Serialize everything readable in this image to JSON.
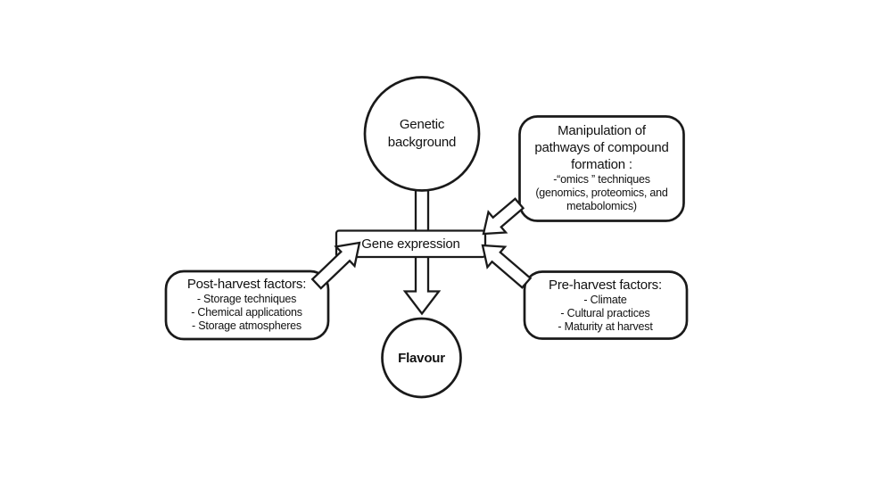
{
  "colors": {
    "background": "#ffffff",
    "stroke": "#1a1a1a",
    "text": "#111111",
    "shape_fill": "#ffffff"
  },
  "nodes": {
    "genetic_background": {
      "lines": [
        "Genetic",
        "background"
      ]
    },
    "gene_expression": {
      "label": "Gene expression"
    },
    "flavour": {
      "label": "Flavour"
    },
    "manipulation": {
      "title_lines": [
        "Manipulation of",
        "pathways of compound",
        "formation :"
      ],
      "detail_lines": [
        "-“omics ” techniques",
        "(genomics, proteomics, and",
        "metabolomics)"
      ]
    },
    "post_harvest": {
      "title": "Post-harvest factors:",
      "items": [
        "- Storage techniques",
        "- Chemical applications",
        "- Storage atmospheres"
      ]
    },
    "pre_harvest": {
      "title": "Pre-harvest factors:",
      "items": [
        "- Climate",
        "- Cultural practices",
        "- Maturity at harvest"
      ]
    }
  }
}
